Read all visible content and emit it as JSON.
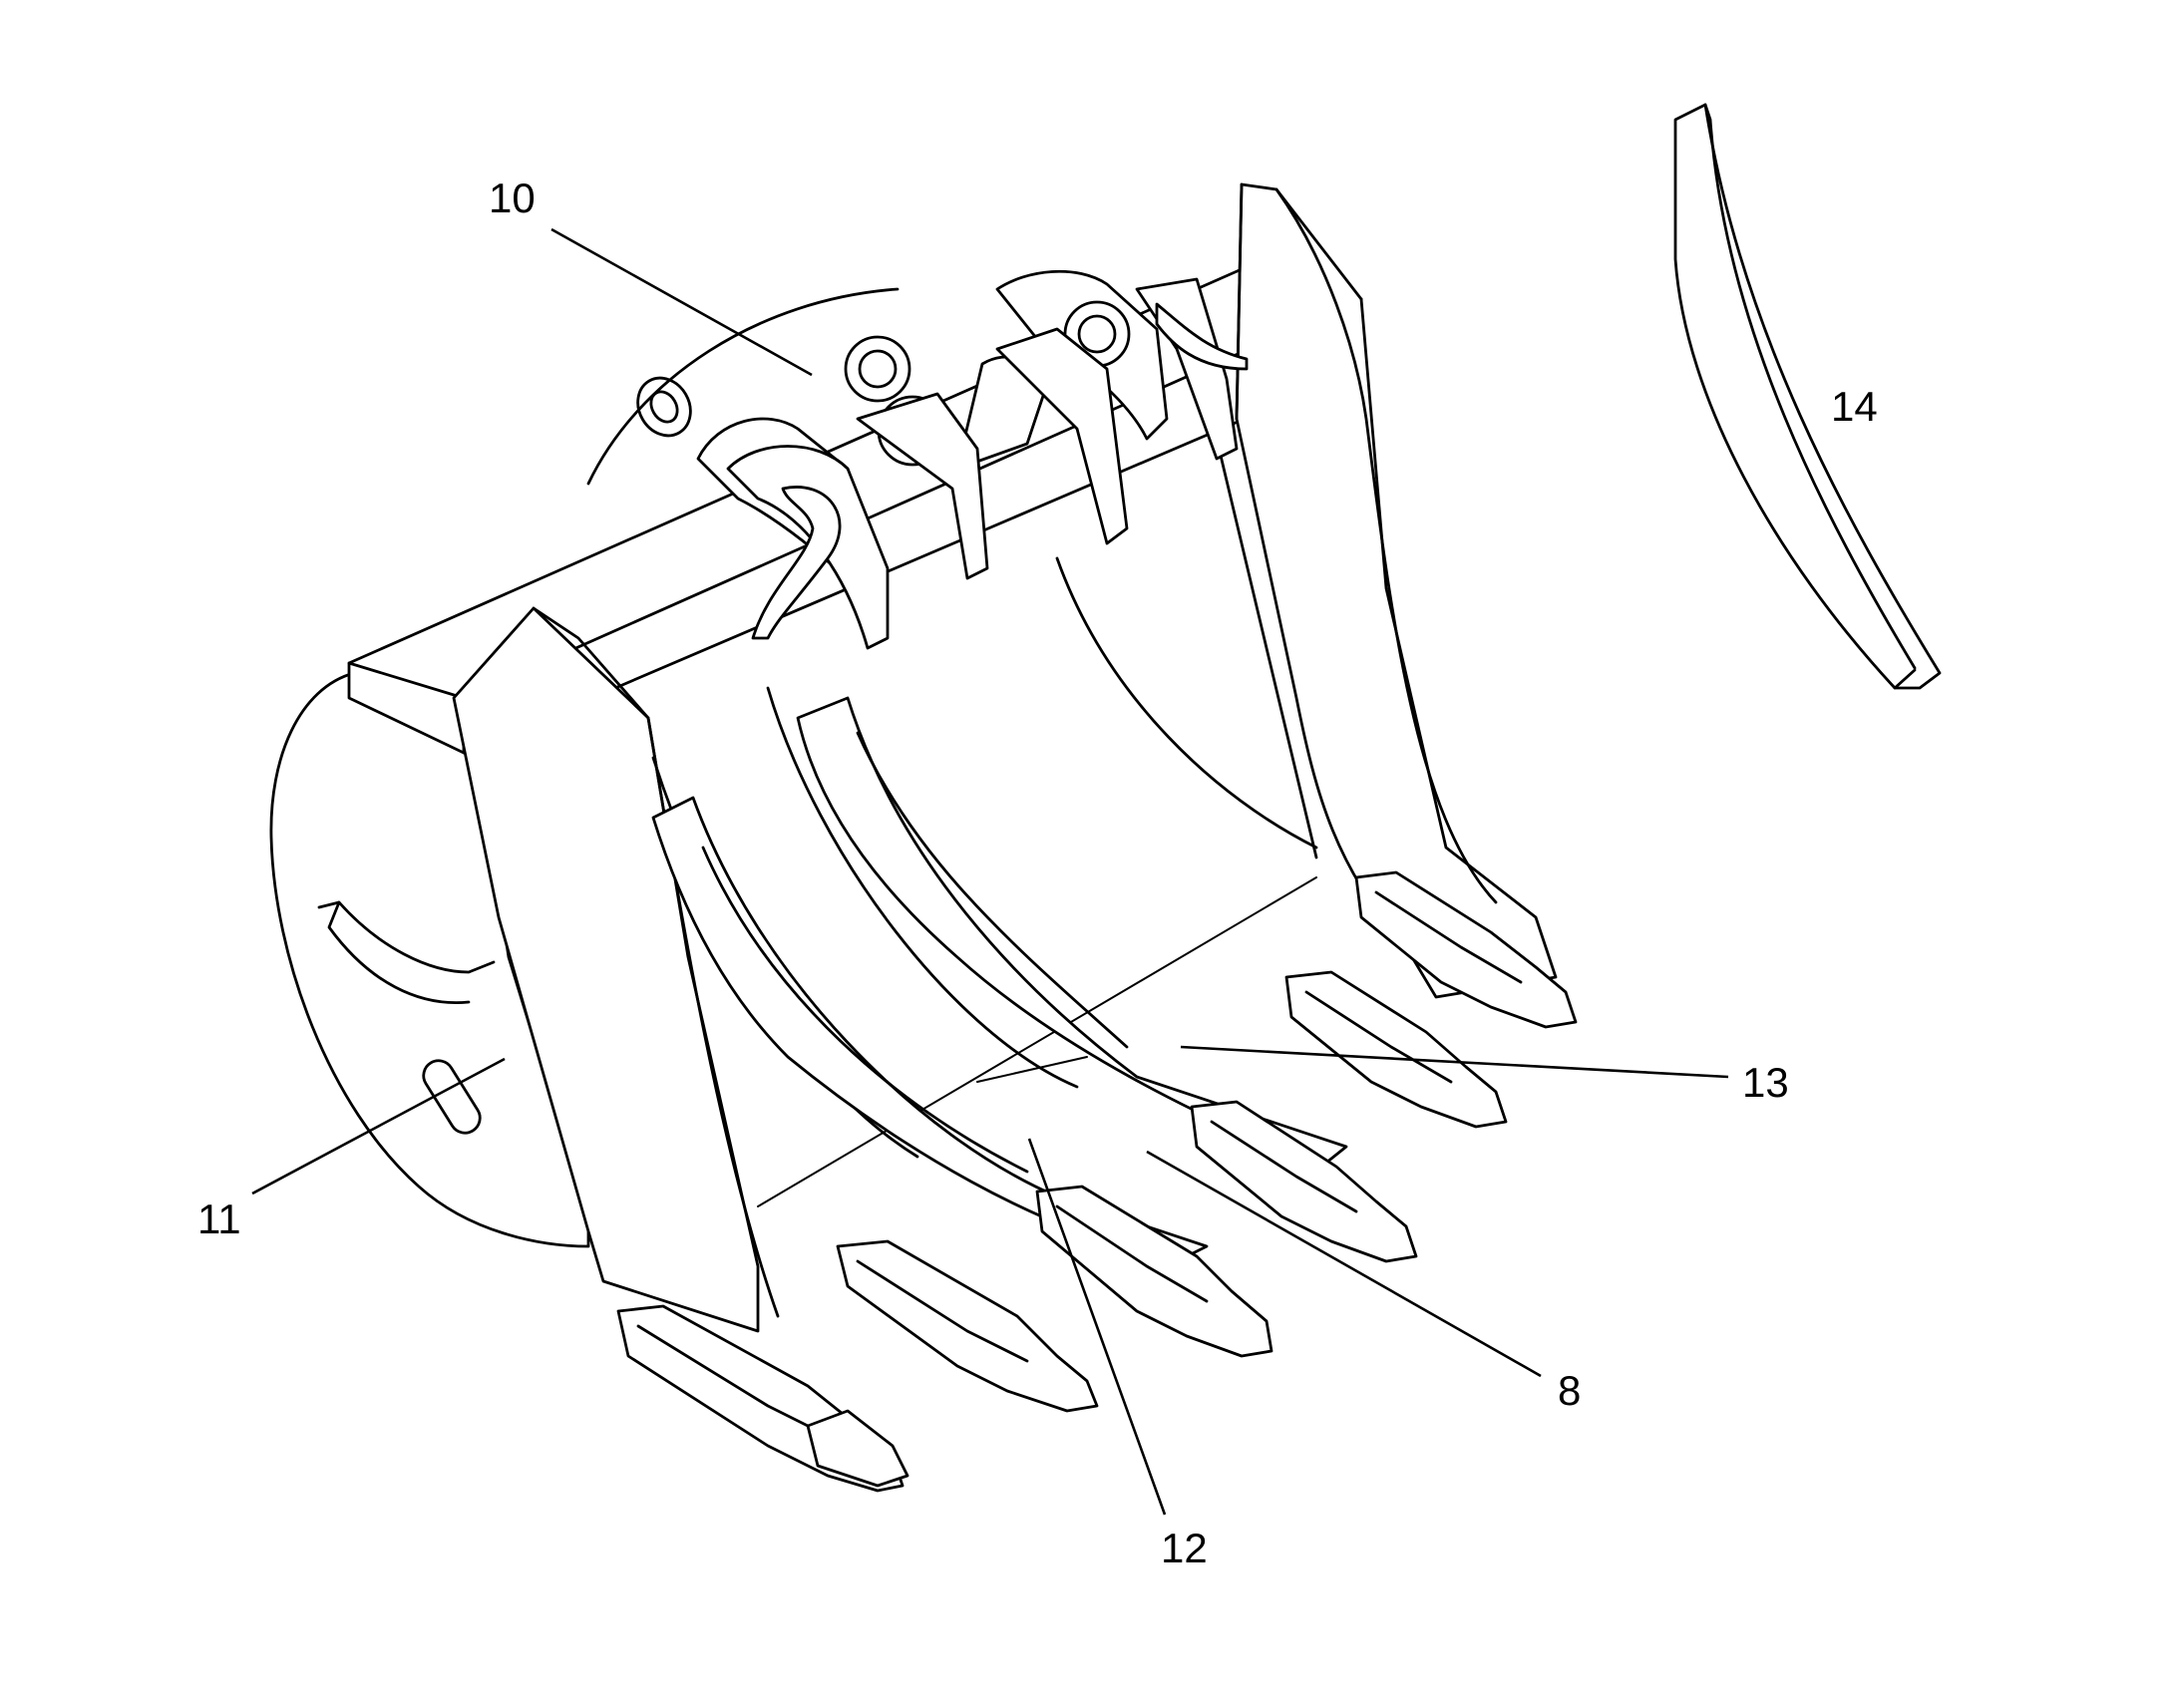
{
  "figure": {
    "labels": [
      {
        "id": "ref-10",
        "text": "10"
      },
      {
        "id": "ref-11",
        "text": "11"
      },
      {
        "id": "ref-12",
        "text": "12"
      },
      {
        "id": "ref-13",
        "text": "13"
      },
      {
        "id": "ref-8",
        "text": "8"
      },
      {
        "id": "ref-14",
        "text": "14"
      }
    ]
  }
}
